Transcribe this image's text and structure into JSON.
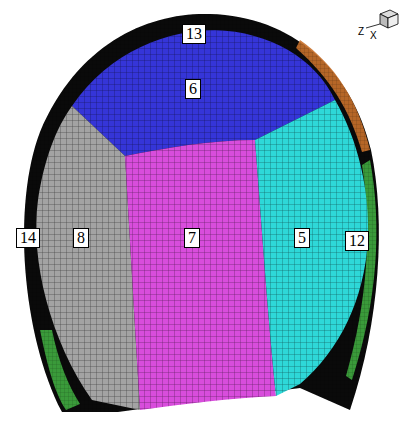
{
  "diagram": {
    "labels": [
      "13",
      "6",
      "14",
      "8",
      "7",
      "5",
      "12",
      "Z",
      "X"
    ]
  }
}
